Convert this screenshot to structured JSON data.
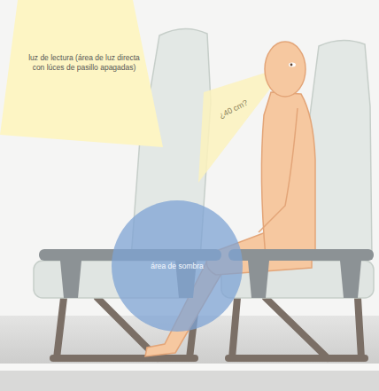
{
  "diagram": {
    "nodes": [
      {
        "text": [
          "luz de lectura (área de luz directa con lúces de pasillo apagadas)"
        ]
      },
      {
        "text": [
          "área de sombra"
        ]
      }
    ],
    "labels": [
      "¿40 cm?"
    ]
  }
}
